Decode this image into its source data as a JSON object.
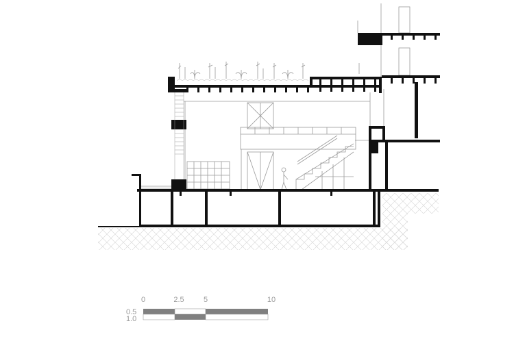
{
  "scale_bar": {
    "top_labels": [
      "0",
      "2.5",
      "5",
      "10"
    ],
    "row_labels": [
      "0.5",
      "1.0"
    ]
  },
  "colors": {
    "wall": "#111111",
    "light_line": "#9a9a9a",
    "hatch": "#d8d8d8",
    "scale_dark": "#808080"
  }
}
